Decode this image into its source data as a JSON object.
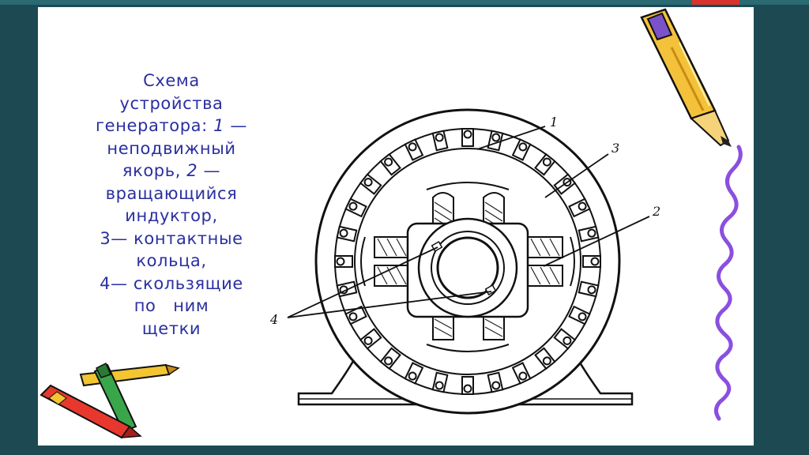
{
  "caption": {
    "line1": "Схема",
    "line2": "устройства",
    "line3_text": "генератора: ",
    "line3_num": "1",
    "line3_dash": " —",
    "line4": "неподвижный",
    "line5_text": "якорь, ",
    "line5_num": "2",
    "line5_dash": " —",
    "line6": "вращающийся",
    "line7": "индуктор,",
    "line8": "3— контактные",
    "line9": "кольца,",
    "line10": "4— скользящие",
    "line11": "по   ним",
    "line12": "щетки"
  },
  "diagram": {
    "labels": [
      "1",
      "3",
      "2",
      "4"
    ]
  },
  "colors": {
    "background": "#1d4a52",
    "caption_text": "#2b2fa0",
    "accent_tab": "#d8342c",
    "squiggle": "#8b4fe0"
  },
  "decorations": {
    "icons": [
      "pencil-icon",
      "crayons-icon"
    ]
  }
}
